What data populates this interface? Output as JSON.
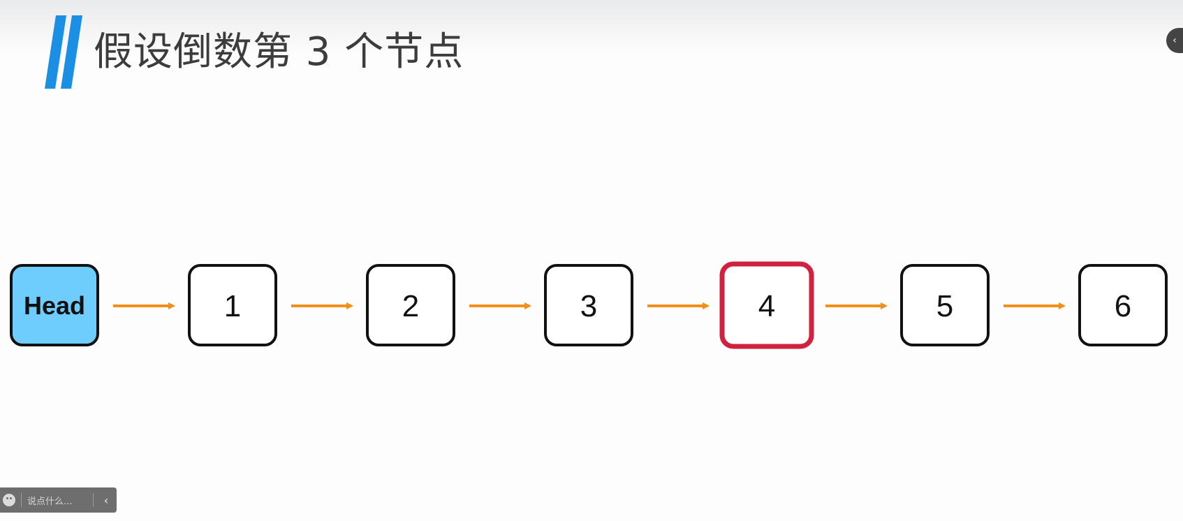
{
  "slide": {
    "title": "假设倒数第 3 个节点"
  },
  "linked_list": {
    "nodes": [
      {
        "label": "Head",
        "style": "head"
      },
      {
        "label": "1",
        "style": "normal"
      },
      {
        "label": "2",
        "style": "normal"
      },
      {
        "label": "3",
        "style": "normal"
      },
      {
        "label": "4",
        "style": "highlight"
      },
      {
        "label": "5",
        "style": "normal"
      },
      {
        "label": "6",
        "style": "normal"
      }
    ],
    "colors": {
      "head_fill": "#6ecdfd",
      "node_border": "#111111",
      "highlight_border": "#d2213f",
      "arrow": "#f0901b",
      "accent_bars": "#1a8fe3"
    }
  },
  "player": {
    "chat_placeholder": "说点什么...",
    "collapse_icon": "chevron-left-icon",
    "side_toggle_icon": "chevron-left-icon",
    "emoji_icon": "smiley-icon"
  }
}
